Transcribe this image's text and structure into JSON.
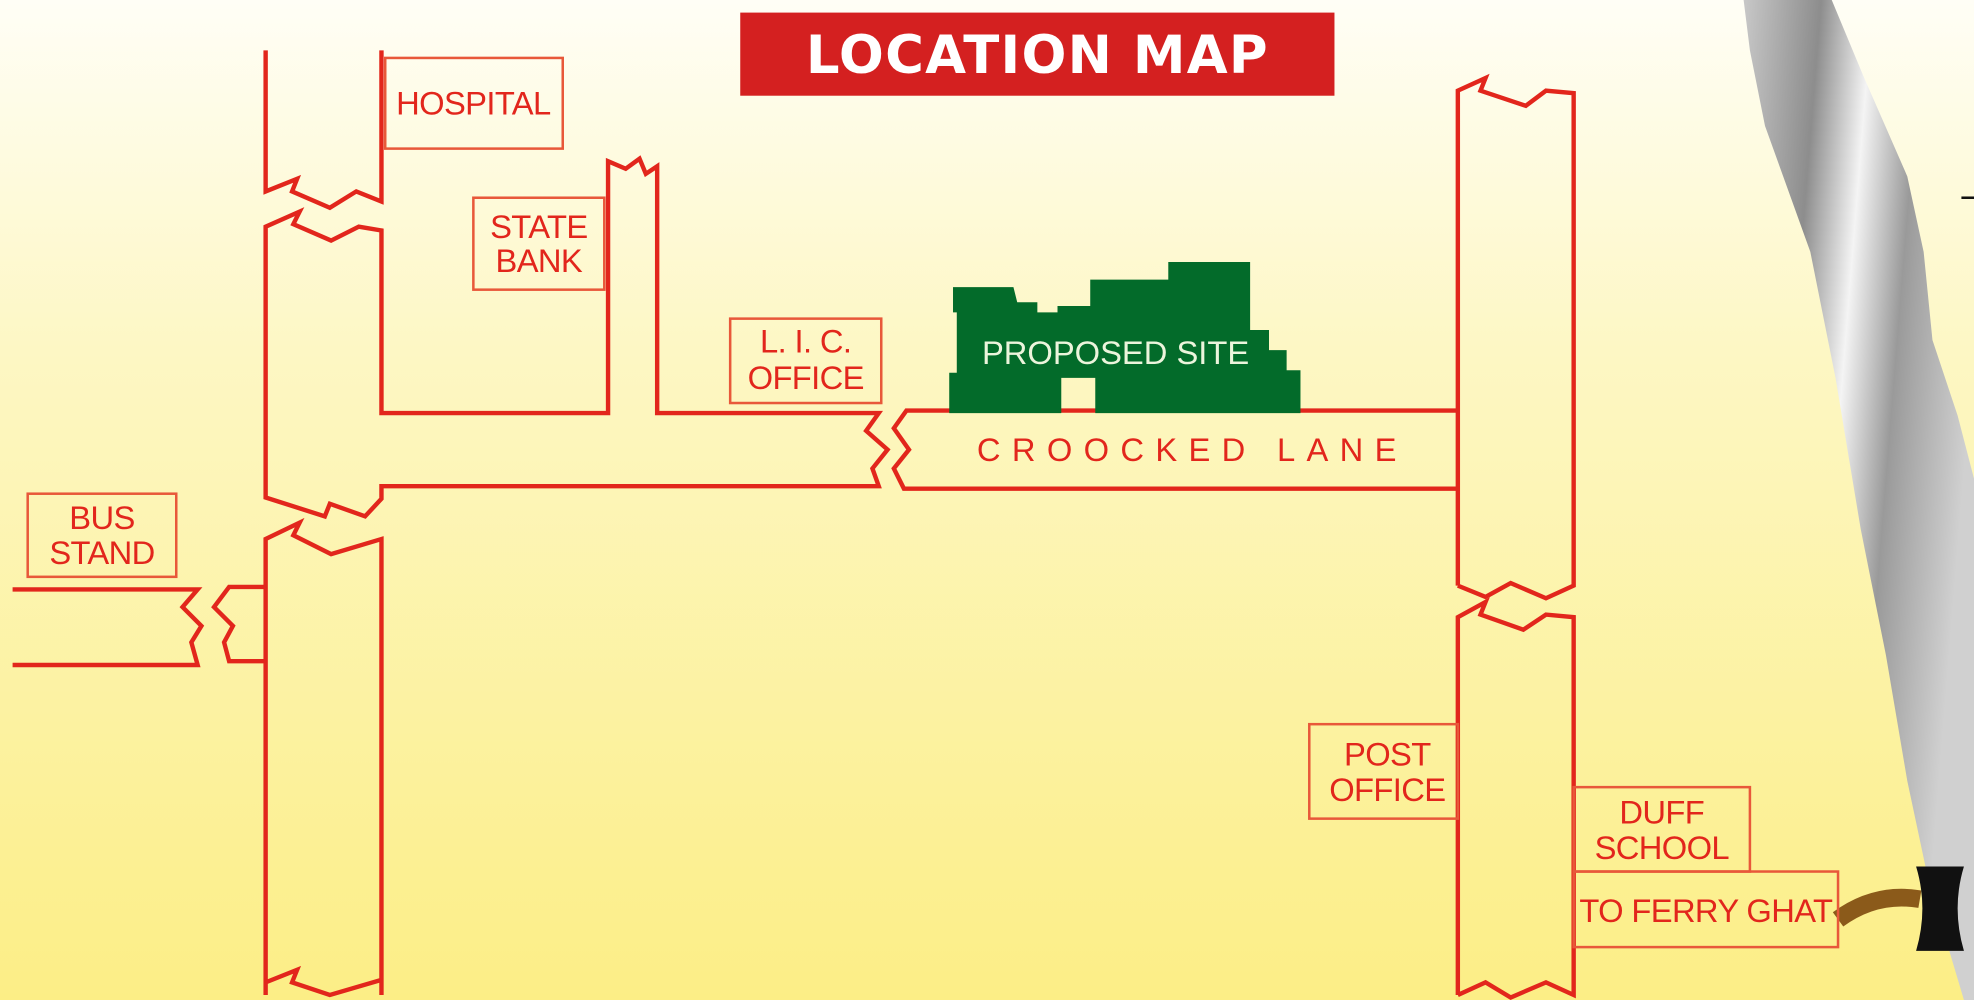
{
  "title": "LOCATION MAP",
  "site_label": "PROPOSED SITE",
  "lane_label": "CROOCKED LANE",
  "labels": {
    "hospital": [
      "HOSPITAL"
    ],
    "state_bank": [
      "STATE",
      "BANK"
    ],
    "lic_office": [
      "L. I. C.",
      "OFFICE"
    ],
    "bus_stand": [
      "BUS",
      "STAND"
    ],
    "post_office": [
      "POST",
      "OFFICE"
    ],
    "duff_school": [
      "DUFF",
      "SCHOOL"
    ],
    "ferry_ghat": [
      "TO FERRY GHAT"
    ]
  },
  "colors": {
    "road": "#e2261c",
    "site": "#036b2a",
    "title_bg": "#d42020",
    "ferry_road": "#8b5a1a"
  }
}
